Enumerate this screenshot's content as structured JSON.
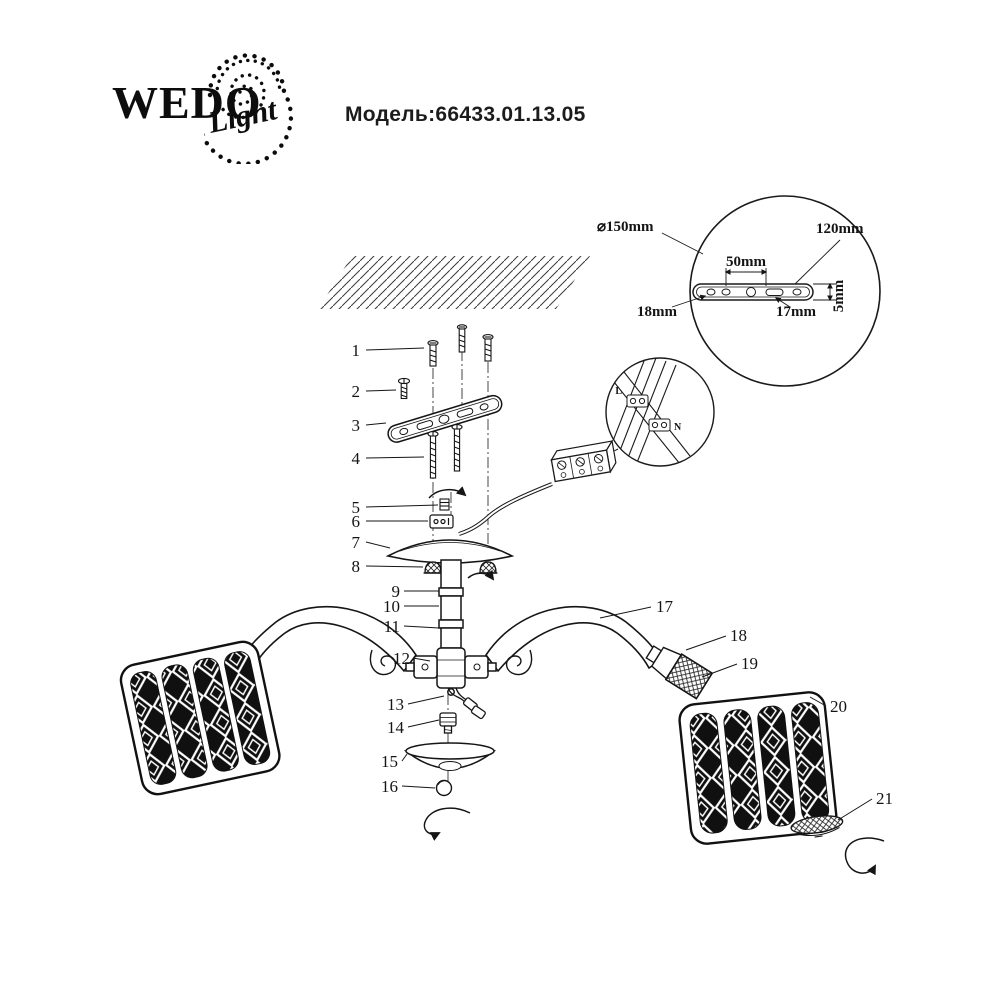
{
  "logo": {
    "word": "WEDO",
    "script": "Light"
  },
  "model": {
    "text": "Модель:66433.01.13.05"
  },
  "detail": {
    "diameter": "⌀150mm",
    "width_overall": "120mm",
    "hole_spacing": "50mm",
    "thickness": "5mm",
    "left_offset": "18mm",
    "right_offset": "17mm"
  },
  "wiring": {
    "live": "L",
    "neutral": "N"
  },
  "parts": [
    "1",
    "2",
    "3",
    "4",
    "5",
    "6",
    "7",
    "8",
    "9",
    "10",
    "11",
    "12",
    "13",
    "14",
    "15",
    "16",
    "17",
    "18",
    "19",
    "20",
    "21"
  ]
}
